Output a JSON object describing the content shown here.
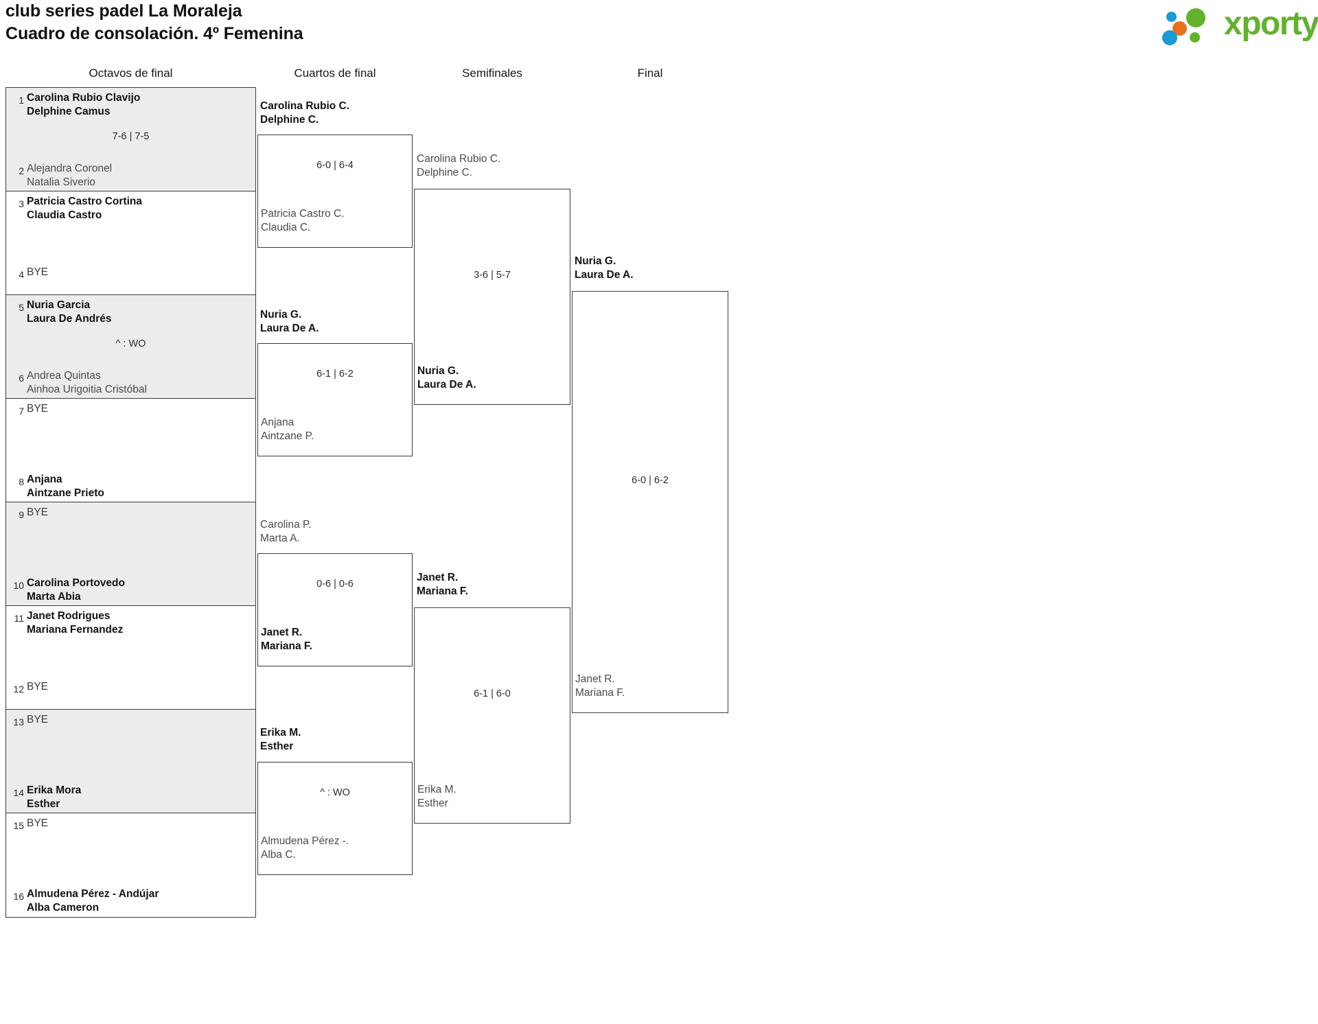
{
  "header": {
    "title_line1": "club series padel La Moraleja",
    "title_line2": "Cuadro de consolación. 4º Femenina",
    "logo_text": "xporty",
    "logo_colors": {
      "green": "#62b22c",
      "blue": "#1a9ad7",
      "orange": "#e8701a"
    }
  },
  "rounds": [
    {
      "label": "Octavos de final"
    },
    {
      "label": "Cuartos de final"
    },
    {
      "label": "Semifinales"
    },
    {
      "label": "Final"
    }
  ],
  "round1": {
    "slots": [
      {
        "seed": "1",
        "line1": "Carolina Rubio Clavijo",
        "line2": "Delphine Camus",
        "state": "win"
      },
      {
        "seed": "2",
        "line1": "Alejandra Coronel",
        "line2": "Natalia Siverio",
        "state": "lose"
      },
      {
        "seed": "3",
        "line1": "Patricia Castro Cortina",
        "line2": "Claudia Castro",
        "state": "win"
      },
      {
        "seed": "4",
        "line1": "BYE",
        "line2": "",
        "state": "bye"
      },
      {
        "seed": "5",
        "line1": "Nuria Garcia",
        "line2": "Laura De Andrés",
        "state": "win"
      },
      {
        "seed": "6",
        "line1": "Andrea Quintas",
        "line2": "Ainhoa Urigoitia Cristóbal",
        "state": "lose"
      },
      {
        "seed": "7",
        "line1": "BYE",
        "line2": "",
        "state": "bye"
      },
      {
        "seed": "8",
        "line1": "Anjana",
        "line2": "Aintzane Prieto",
        "state": "win"
      },
      {
        "seed": "9",
        "line1": "BYE",
        "line2": "",
        "state": "bye"
      },
      {
        "seed": "10",
        "line1": "Carolina Portovedo",
        "line2": "Marta Abia",
        "state": "win"
      },
      {
        "seed": "11",
        "line1": "Janet Rodrigues",
        "line2": "Mariana Fernandez",
        "state": "win"
      },
      {
        "seed": "12",
        "line1": "BYE",
        "line2": "",
        "state": "bye"
      },
      {
        "seed": "13",
        "line1": "BYE",
        "line2": "",
        "state": "bye"
      },
      {
        "seed": "14",
        "line1": "Erika Mora",
        "line2": "Esther",
        "state": "win"
      },
      {
        "seed": "15",
        "line1": "BYE",
        "line2": "",
        "state": "bye"
      },
      {
        "seed": "16",
        "line1": "Almudena Pérez - Andújar",
        "line2": "Alba Cameron",
        "state": "win"
      }
    ],
    "scores": [
      "7-6 | 7-5",
      "",
      "^ : WO",
      "",
      "",
      "",
      "",
      ""
    ]
  },
  "quarterfinals": [
    {
      "winner_line1": "Carolina Rubio C.",
      "winner_line2": "Delphine C.",
      "loser_line1": "Patricia Castro C.",
      "loser_line2": "Claudia C.",
      "score": "6-0 | 6-4"
    },
    {
      "winner_line1": "Nuria G.",
      "winner_line2": "Laura De A.",
      "loser_line1": "Anjana",
      "loser_line2": "Aintzane P.",
      "score": "6-1 | 6-2"
    },
    {
      "winner_line1": "Carolina P.",
      "winner_line2": "Marta A.",
      "loser_line1": "Janet R.",
      "loser_line2": "Mariana F.",
      "score": "0-6 | 0-6"
    },
    {
      "winner_line1": "Erika M.",
      "winner_line2": "Esther",
      "loser_line1": "Almudena Pérez -.",
      "loser_line2": "Alba C.",
      "score": "^ : WO"
    }
  ],
  "semifinals": [
    {
      "top_line1": "Carolina Rubio C.",
      "top_line2": "Delphine C.",
      "bottom_line1": "Nuria G.",
      "bottom_line2": "Laura De A.",
      "score": "3-6 | 5-7"
    },
    {
      "top_line1": "Janet R.",
      "top_line2": "Mariana F.",
      "bottom_line1": "Erika M.",
      "bottom_line2": "Esther",
      "score": "6-1 | 6-0"
    }
  ],
  "semifinal_winners": [
    {
      "line1": "Nuria G.",
      "line2": "Laura De A."
    },
    {
      "line1": "Janet R.",
      "line2": "Mariana F."
    }
  ],
  "final": {
    "top_line1": "Nuria G.",
    "top_line2": "Laura De A.",
    "bottom_line1": "Janet R.",
    "bottom_line2": "Mariana F.",
    "score": "6-0 | 6-2"
  }
}
